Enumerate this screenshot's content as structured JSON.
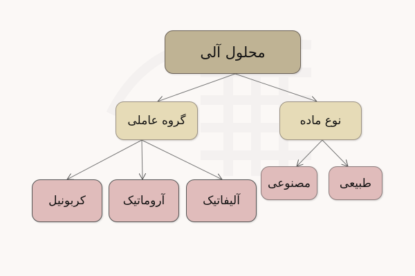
{
  "diagram": {
    "root": {
      "label": "محلول آلی"
    },
    "branches": [
      {
        "label": "گروه عاملی",
        "children": [
          "آلیفاتیک",
          "آروماتیک",
          "کربونیل"
        ]
      },
      {
        "label": "نوع ماده",
        "children": [
          "طبیعی",
          "مصنوعی"
        ]
      }
    ]
  },
  "colors": {
    "root_fill": "#bfb394",
    "level1_fill": "#e6dbb7",
    "leaf_fill": "#e0bcbb",
    "background": "#fbf8f6",
    "arrow": "#555555"
  }
}
